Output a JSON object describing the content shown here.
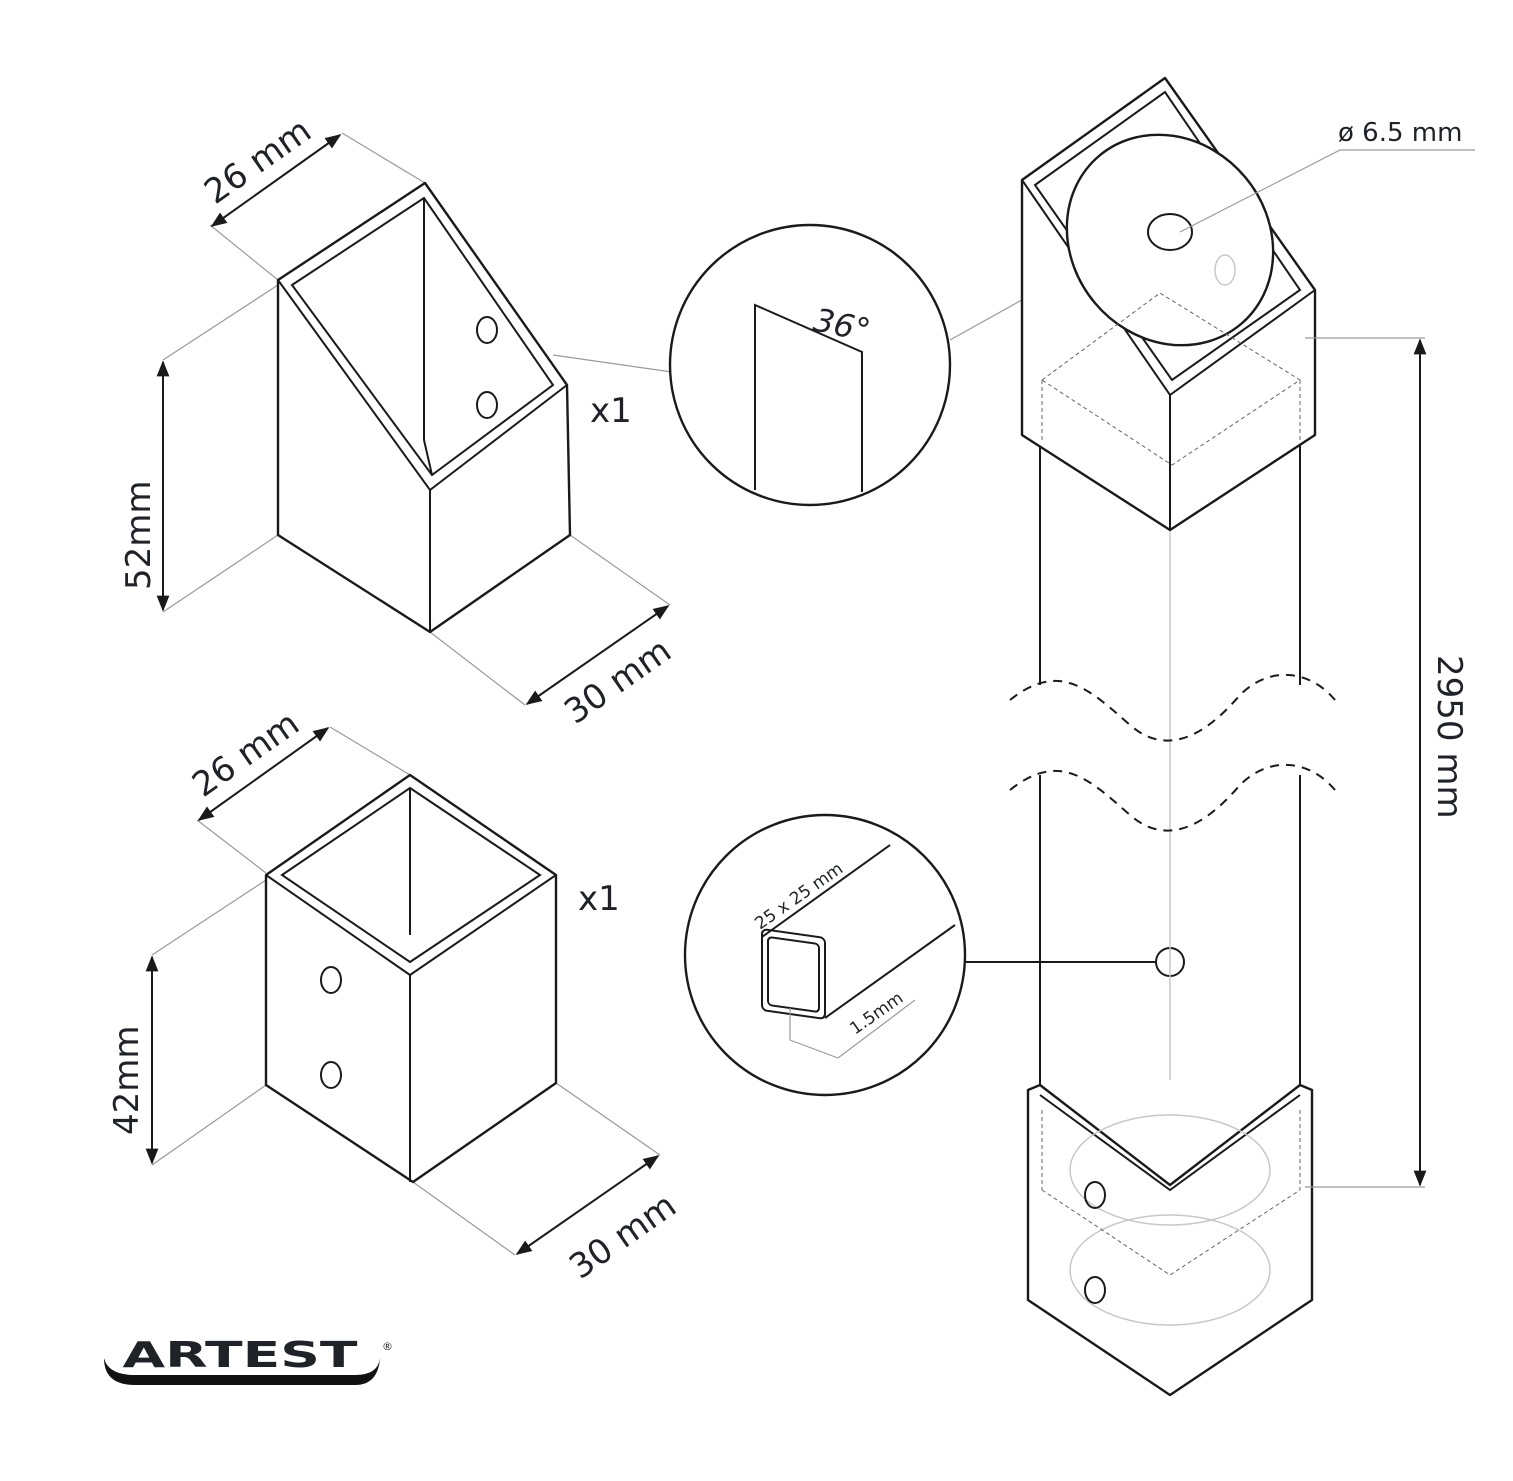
{
  "angled_adapter": {
    "width_label": "26 mm",
    "height_label": "52mm",
    "depth_label": "30 mm",
    "quantity": "x1"
  },
  "angle_detail": {
    "angle_label": "36°"
  },
  "straight_adapter": {
    "width_label": "26 mm",
    "height_label": "42mm",
    "depth_label": "30 mm",
    "quantity": "x1"
  },
  "tube_detail": {
    "section_label": "25 x 25 mm",
    "wall_label": "1.5mm"
  },
  "assembly": {
    "hole_label": "ø 6.5 mm",
    "length_label": "2950 mm"
  },
  "logo": {
    "text": "ARTEST",
    "mark": "®"
  }
}
